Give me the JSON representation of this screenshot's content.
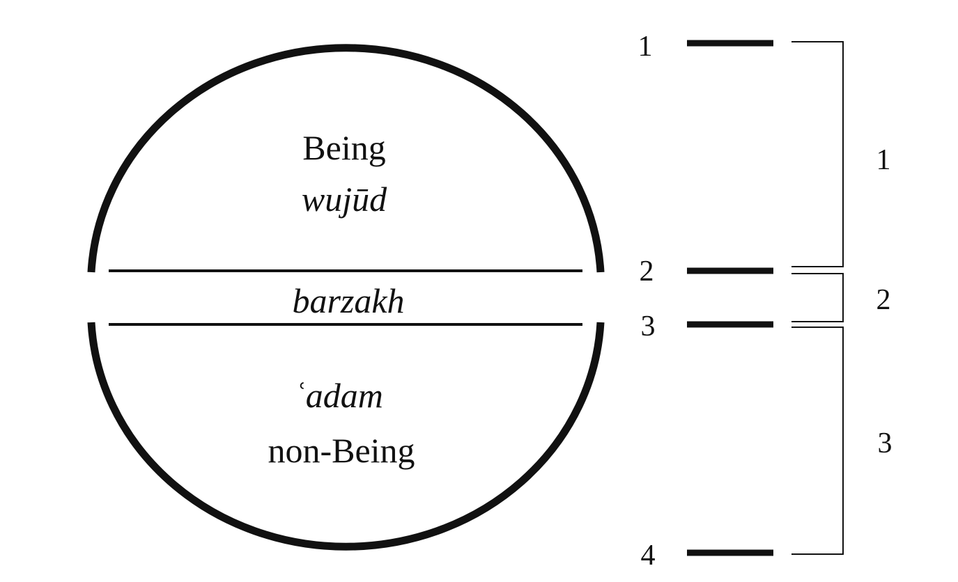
{
  "regions": {
    "upper": {
      "label": "Being",
      "term": "wujūd"
    },
    "middle": {
      "term": "barzakh"
    },
    "lower": {
      "term": "ʿadam",
      "label": "non-Being"
    }
  },
  "levels": [
    "1",
    "2",
    "3",
    "4"
  ],
  "spans": [
    "1",
    "2",
    "3"
  ],
  "colors": {
    "ink": "#111111",
    "background": "#ffffff"
  }
}
